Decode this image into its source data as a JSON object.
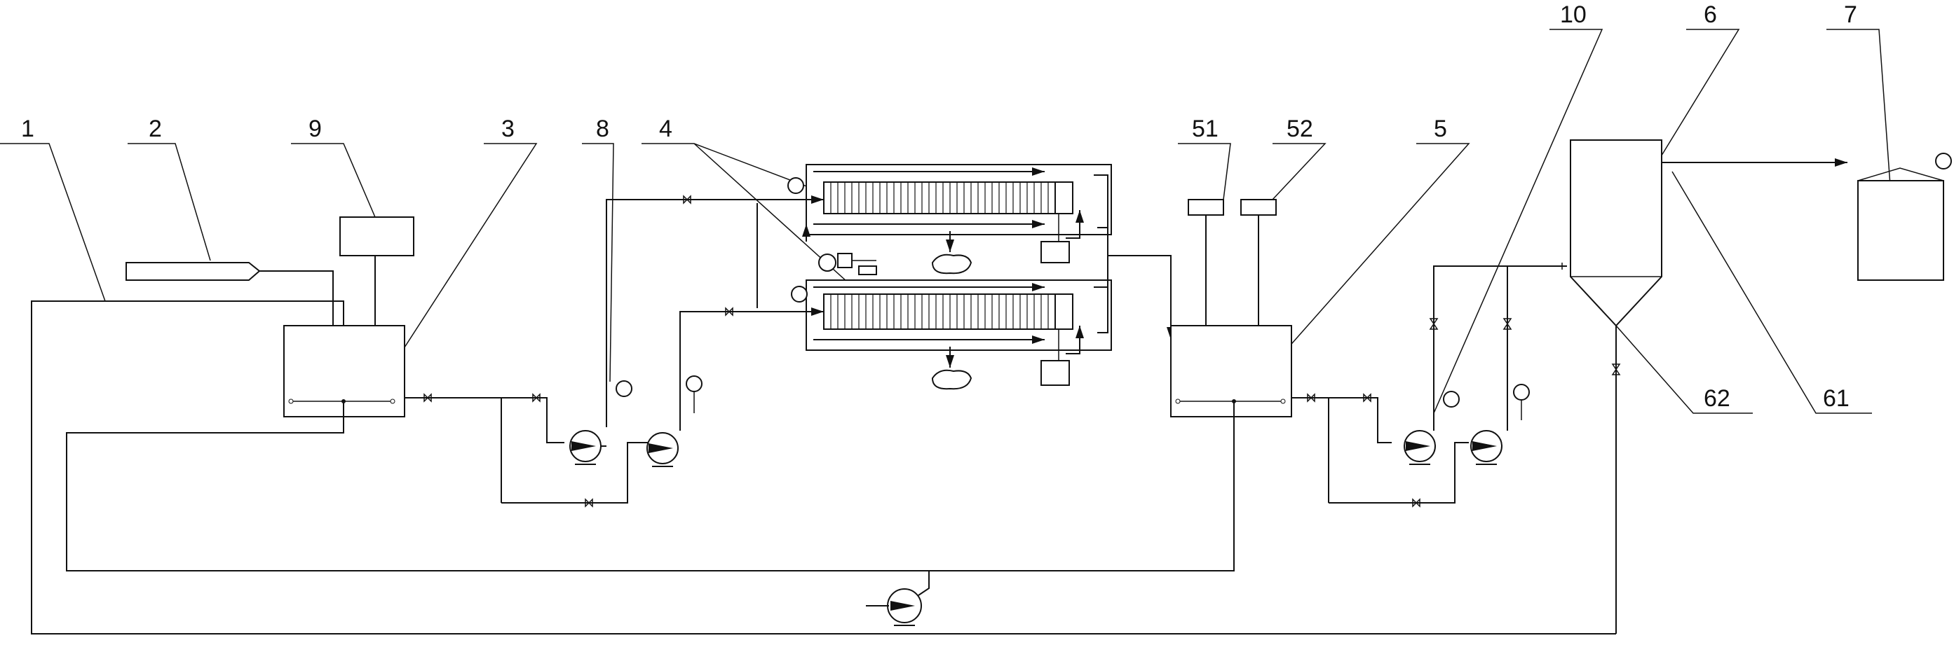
{
  "labels": {
    "l1": "1",
    "l2": "2",
    "l3": "3",
    "l4": "4",
    "l5": "5",
    "l6": "6",
    "l7": "7",
    "l8": "8",
    "l9": "9",
    "l10": "10",
    "l51": "51",
    "l52": "52",
    "l61": "61",
    "l62": "62"
  }
}
